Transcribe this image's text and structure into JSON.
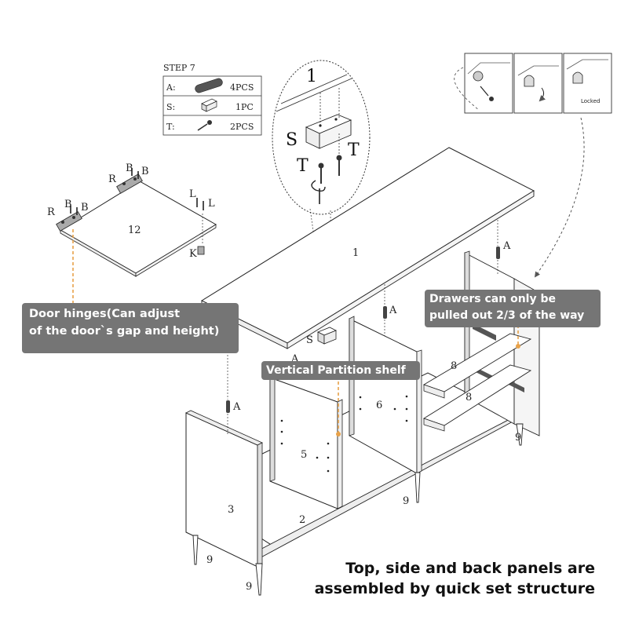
{
  "step_title": "STEP 7",
  "parts_table": [
    {
      "letter": "A:",
      "icon": "dowel-icon",
      "qty": "4PCS"
    },
    {
      "letter": "S:",
      "icon": "connector-block-icon",
      "qty": "1PC"
    },
    {
      "letter": "T:",
      "icon": "screw-icon",
      "qty": "2PCS"
    }
  ],
  "zoom_labels": {
    "panel": "1",
    "s": "S",
    "t_left": "T",
    "t_right": "T"
  },
  "lock_steps": {
    "locked_label": "Locked"
  },
  "panel_numbers": {
    "top": "1",
    "bottom": "2",
    "left_side": "3",
    "partition": "5",
    "middle": "6",
    "door": "12",
    "rail_upper": "8",
    "rail_lower": "8",
    "leg_1": "9",
    "leg_2": "9",
    "leg_3": "9",
    "leg_4": "9"
  },
  "hardware_labels": {
    "door_r1": "R",
    "door_b1": "B",
    "door_b2": "B",
    "door_r2": "R",
    "door_b3": "B",
    "door_b4": "B",
    "door_l1": "L",
    "door_l2": "L",
    "door_k": "K",
    "dowel_a1": "A",
    "dowel_a2": "A",
    "dowel_a3": "A",
    "dowel_a4": "A",
    "s_label": "S"
  },
  "callouts": {
    "hinges_line1": "Door hinges(Can adjust",
    "hinges_line2": "of the door`s gap and height)",
    "drawers_line1": "Drawers can only be",
    "drawers_line2": "pulled out 2/3 of the way",
    "partition": "Vertical Partition shelf"
  },
  "caption": {
    "line1": "Top, side and back panels are",
    "line2": "assembled by quick set structure"
  },
  "colors": {
    "callout_bg": "#757575",
    "leader": "#e8a24a",
    "line": "#222222"
  }
}
